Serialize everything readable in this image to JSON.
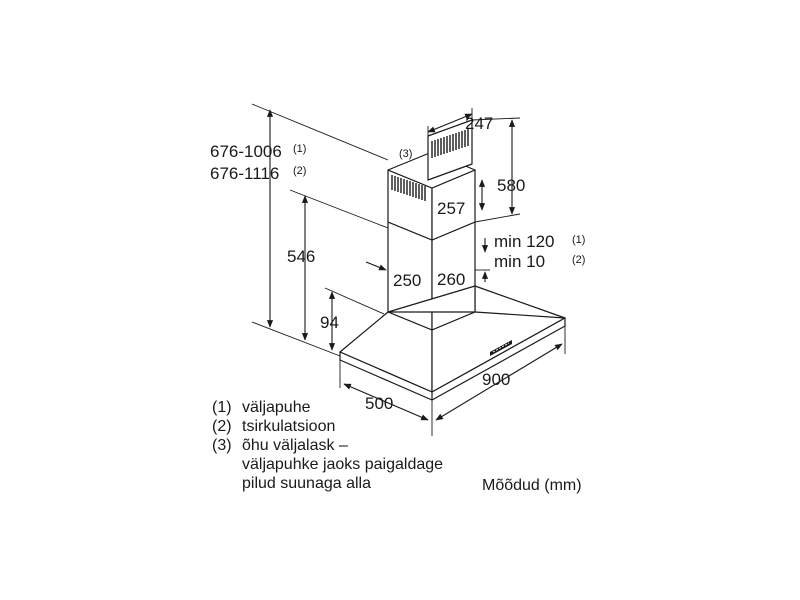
{
  "dimensions": {
    "height_range_1": "676-1006",
    "height_range_1_note": "(1)",
    "height_range_2": "676-1116",
    "height_range_2_note": "(2)",
    "chimney_width": "247",
    "chimney_duct_label": "(3)",
    "chimney_upper_height": "580",
    "chimney_depth": "257",
    "min_gap_1": "min 120",
    "min_gap_1_note": "(1)",
    "min_gap_2": "min 10",
    "min_gap_2_note": "(2)",
    "body_height": "546",
    "chimney_side_width": "250",
    "chimney_front_width": "260",
    "canopy_height": "94",
    "depth": "500",
    "width": "900"
  },
  "legend": [
    {
      "num": "(1)",
      "text": "väljapuhe"
    },
    {
      "num": "(2)",
      "text": "tsirkulatsioon"
    },
    {
      "num": "(3)",
      "text": "õhu väljalask –"
    },
    {
      "num": "",
      "text": "väljapuhke jaoks paigaldage"
    },
    {
      "num": "",
      "text": "pilud suunaga alla"
    }
  ],
  "units_label": "Mõõdud (mm)"
}
